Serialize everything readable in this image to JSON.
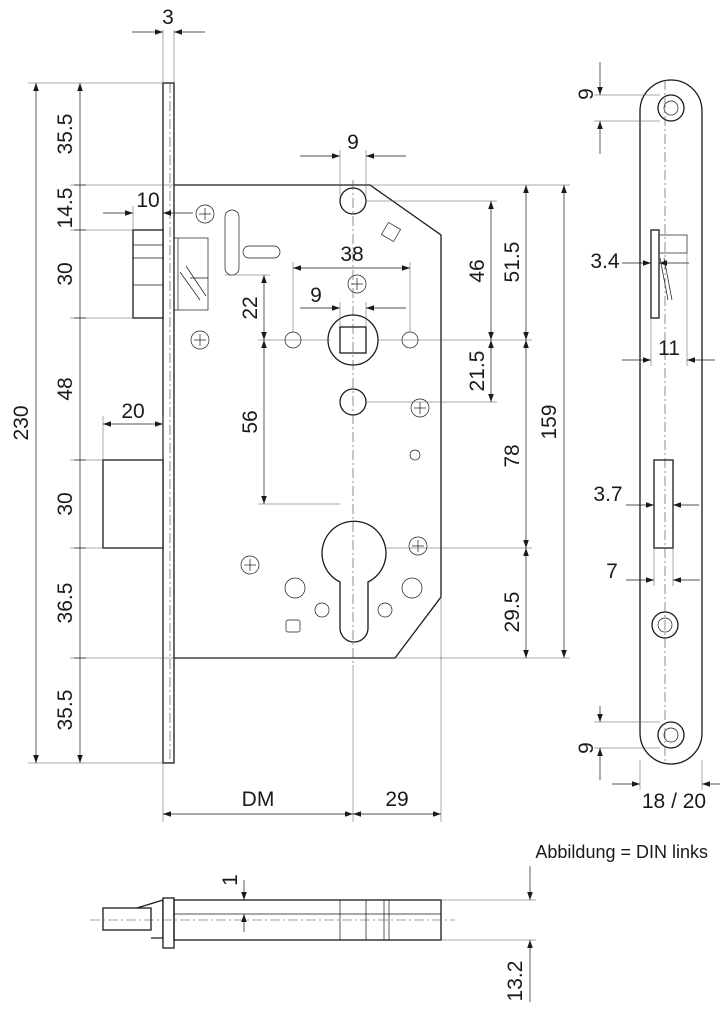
{
  "drawing": {
    "front_view": {
      "faceplate_thickness": "3",
      "left_stack": [
        "35.5",
        "14.5",
        "30",
        "48",
        "30",
        "36.5",
        "35.5"
      ],
      "overall_height": "230",
      "latch_projection": "10",
      "bolt_projection": "20",
      "top_hole_dia": "9",
      "spindle_size": "9",
      "hole_spacing": "38",
      "offset_22": "22",
      "offset_56": "56",
      "right_46": "46",
      "right_515": "51.5",
      "right_215": "21.5",
      "right_78": "78",
      "right_295": "29.5",
      "case_height": "159",
      "backset": "DM",
      "case_depth": "29"
    },
    "side_view": {
      "top_hole": "9",
      "latch_slot": "3.4",
      "latch_width": "11",
      "bolt_slot": "3.7",
      "bolt_width": "7",
      "bottom_hole": "9",
      "plate_width": "18 / 20"
    },
    "bottom_view": {
      "thickness_1": "1",
      "thickness_132": "13.2"
    },
    "caption": "Abbildung = DIN links"
  }
}
